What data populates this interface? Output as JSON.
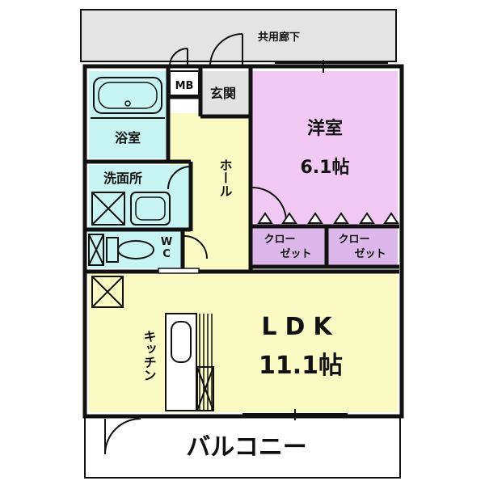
{
  "labels": {
    "corridor": "共用廊下",
    "mb": "MB",
    "entrance": "玄関",
    "western_room": "洋室",
    "western_room_size": "6.1帖",
    "bath": "浴室",
    "washroom": "洗面所",
    "hall": "ホール",
    "wc": "WC",
    "closet_1": [
      "クロー",
      "ゼット"
    ],
    "closet_2": [
      "クロー",
      "ゼット"
    ],
    "ldk": "LDK",
    "ldk_size": "11.1帖",
    "kitchen": "キッチン",
    "balcony": "バルコニー"
  },
  "colors": {
    "western_room": "#f2c8f4",
    "closet": "#dcb8ea",
    "ldk": "#fafac4",
    "hall": "#fafac4",
    "bath": "#c8f4f4",
    "entrance": "#e2e2e2",
    "corridor": "#e4e4e4",
    "balcony": "#ffffff",
    "wall": "#111111"
  }
}
